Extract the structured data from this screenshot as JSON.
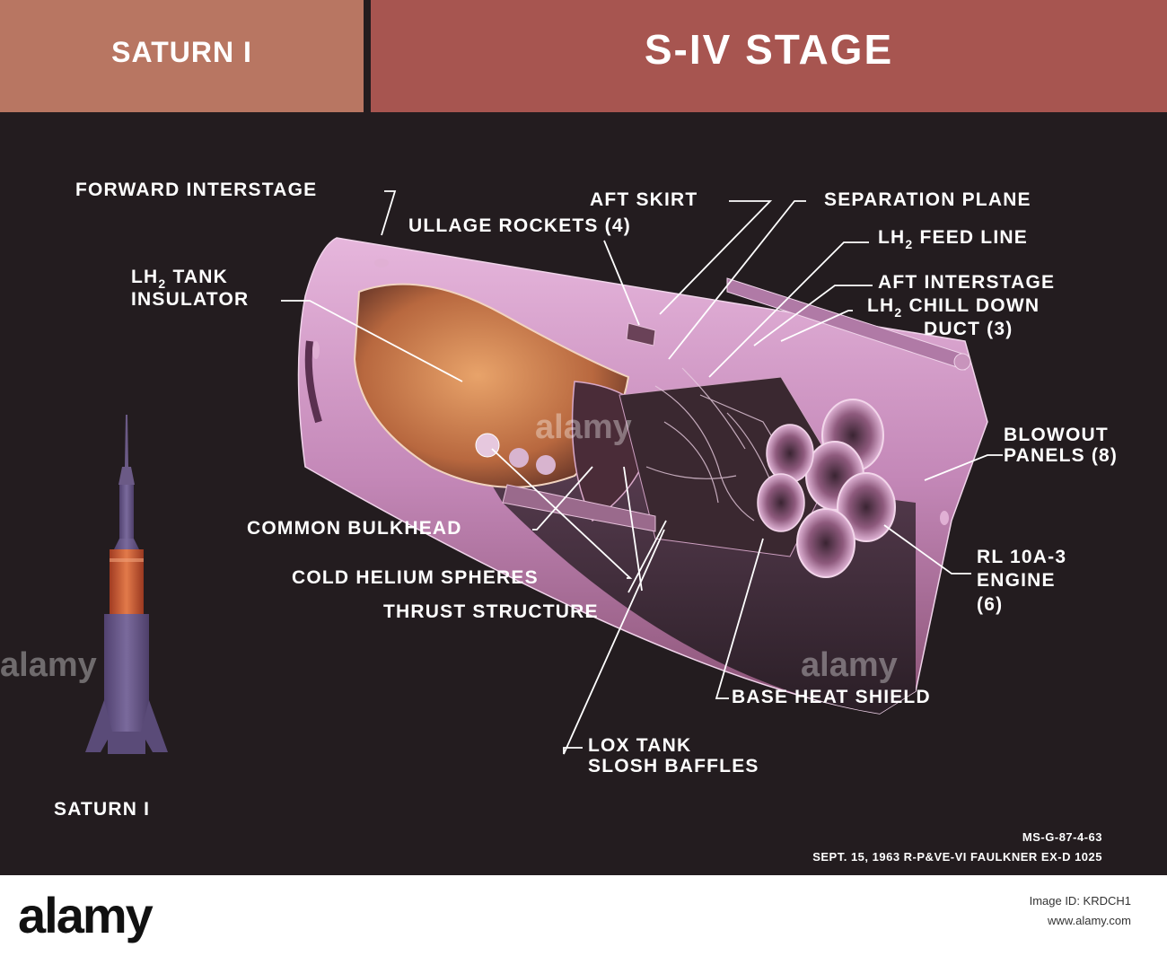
{
  "header": {
    "left_title": "SATURN I",
    "right_title": "S-IV STAGE"
  },
  "labels": {
    "forward_interstage": "FORWARD INTERSTAGE",
    "ullage_rockets": "ULLAGE ROCKETS (4)",
    "aft_skirt": "AFT SKIRT",
    "separation_plane": "SEPARATION PLANE",
    "lh2_feed_line_a": "LH",
    "lh2_feed_line_b": "FEED LINE",
    "aft_interstage": "AFT INTERSTAGE",
    "lh2_chill_down_a": "LH",
    "lh2_chill_down_b": "CHILL DOWN",
    "lh2_chill_down_c": "DUCT (3)",
    "lh2_tank_a": "LH",
    "lh2_tank_b": "TANK",
    "lh2_tank_c": "INSULATOR",
    "blowout_a": "BLOWOUT",
    "blowout_b": "PANELS (8)",
    "common_bulkhead": "COMMON BULKHEAD",
    "cold_helium": "COLD HELIUM SPHERES",
    "thrust_structure": "THRUST STRUCTURE",
    "rl10_a": "RL 10A-3",
    "rl10_b": "ENGINE",
    "rl10_c": "(6)",
    "base_heat_shield": "BASE HEAT SHIELD",
    "lox_tank_a": "LOX TANK",
    "lox_tank_b": "SLOSH BAFFLES",
    "saturn_caption": "SATURN I",
    "subscript": "2"
  },
  "credits": {
    "line1": "MS-G-87-4-63",
    "line2": "SEPT. 15, 1963   R-P&VE-VI FAULKNER EX-D 1025"
  },
  "watermark": {
    "text": "alamy"
  },
  "footer": {
    "brand": "alamy",
    "image_id": "Image ID: KRDCH1",
    "site": "www.alamy.com"
  },
  "colors": {
    "background": "#231c1f",
    "header_left": "#b87662",
    "header_right": "#a75550",
    "stage_body": "#c88cbd",
    "tank_interior": "#d38a5a",
    "rocket_body": "#6b5a86",
    "rocket_stage": "#c4522f"
  }
}
